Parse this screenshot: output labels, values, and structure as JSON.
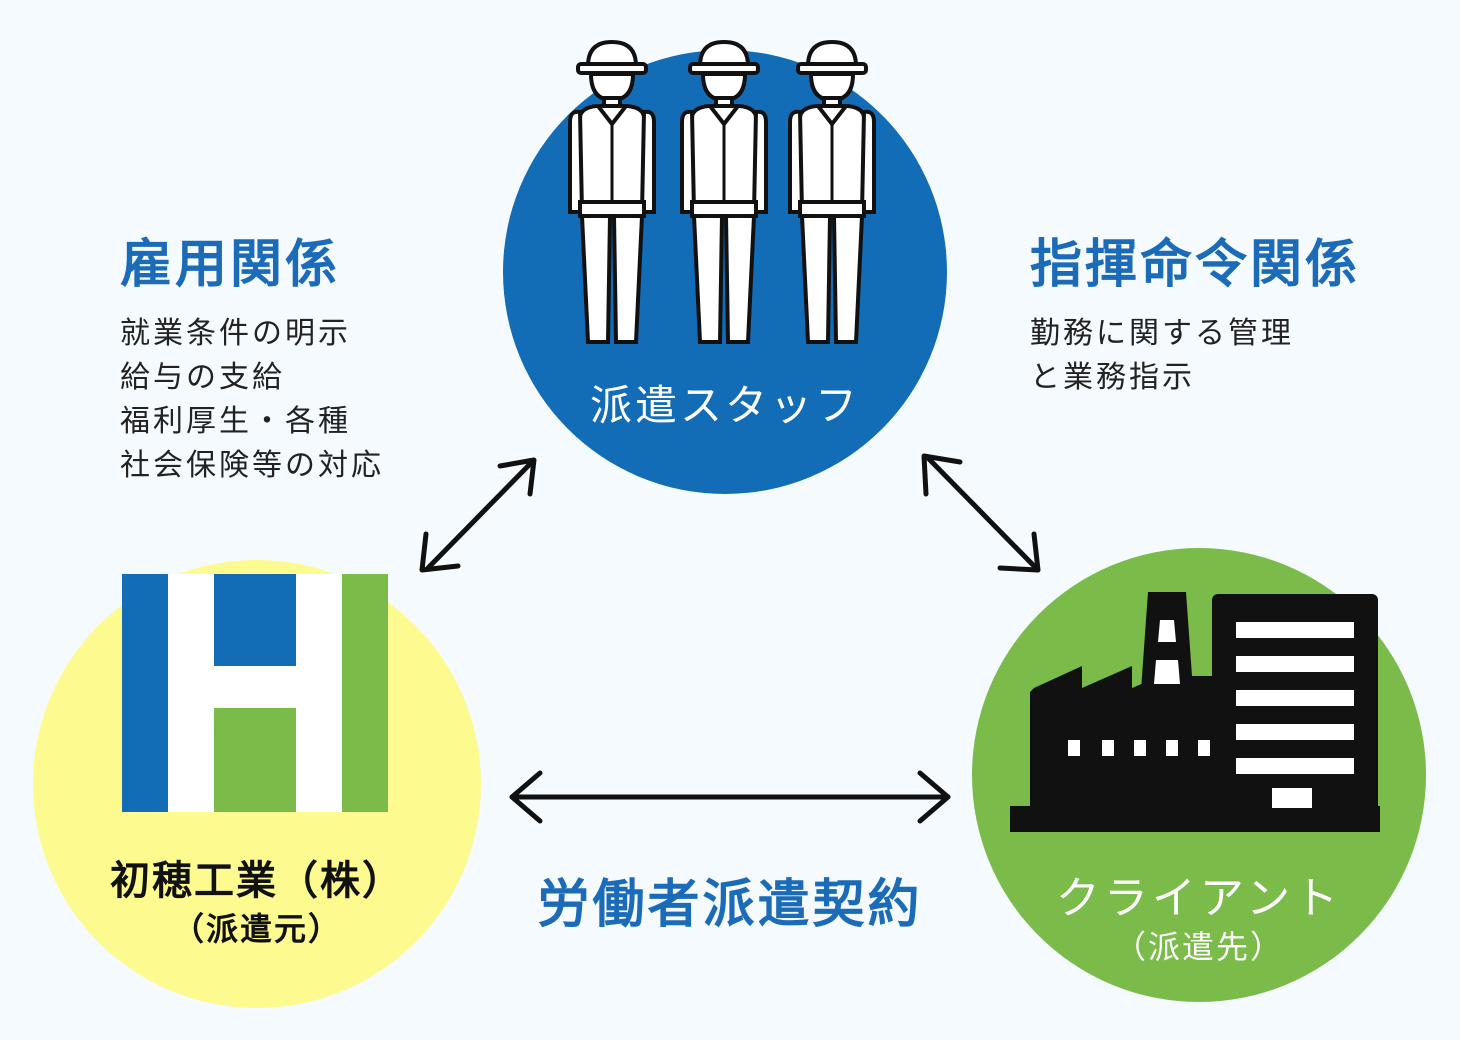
{
  "colors": {
    "staff_circle": "#126cb6",
    "company_circle": "#fdfb8f",
    "client_circle": "#7abb49",
    "heading_text": "#1b6bb8",
    "logo_blue": "#126cb6",
    "logo_green": "#7abb49"
  },
  "staff": {
    "label": "派遣スタッフ",
    "icon": "construction-worker-icon"
  },
  "employment": {
    "title": "雇用関係",
    "lines": [
      "就業条件の明示",
      "給与の支給",
      "福利厚生・各種",
      "社会保険等の対応"
    ]
  },
  "command": {
    "title": "指揮命令関係",
    "lines": [
      "勤務に関する管理",
      "と業務指示"
    ]
  },
  "company": {
    "name": "初穂工業（株）",
    "role": "（派遣元）",
    "icon": "company-h-logo-icon"
  },
  "client": {
    "name": "クライアント",
    "role": "（派遣先）",
    "icon": "factory-building-icon"
  },
  "contract": {
    "label": "労働者派遣契約"
  }
}
